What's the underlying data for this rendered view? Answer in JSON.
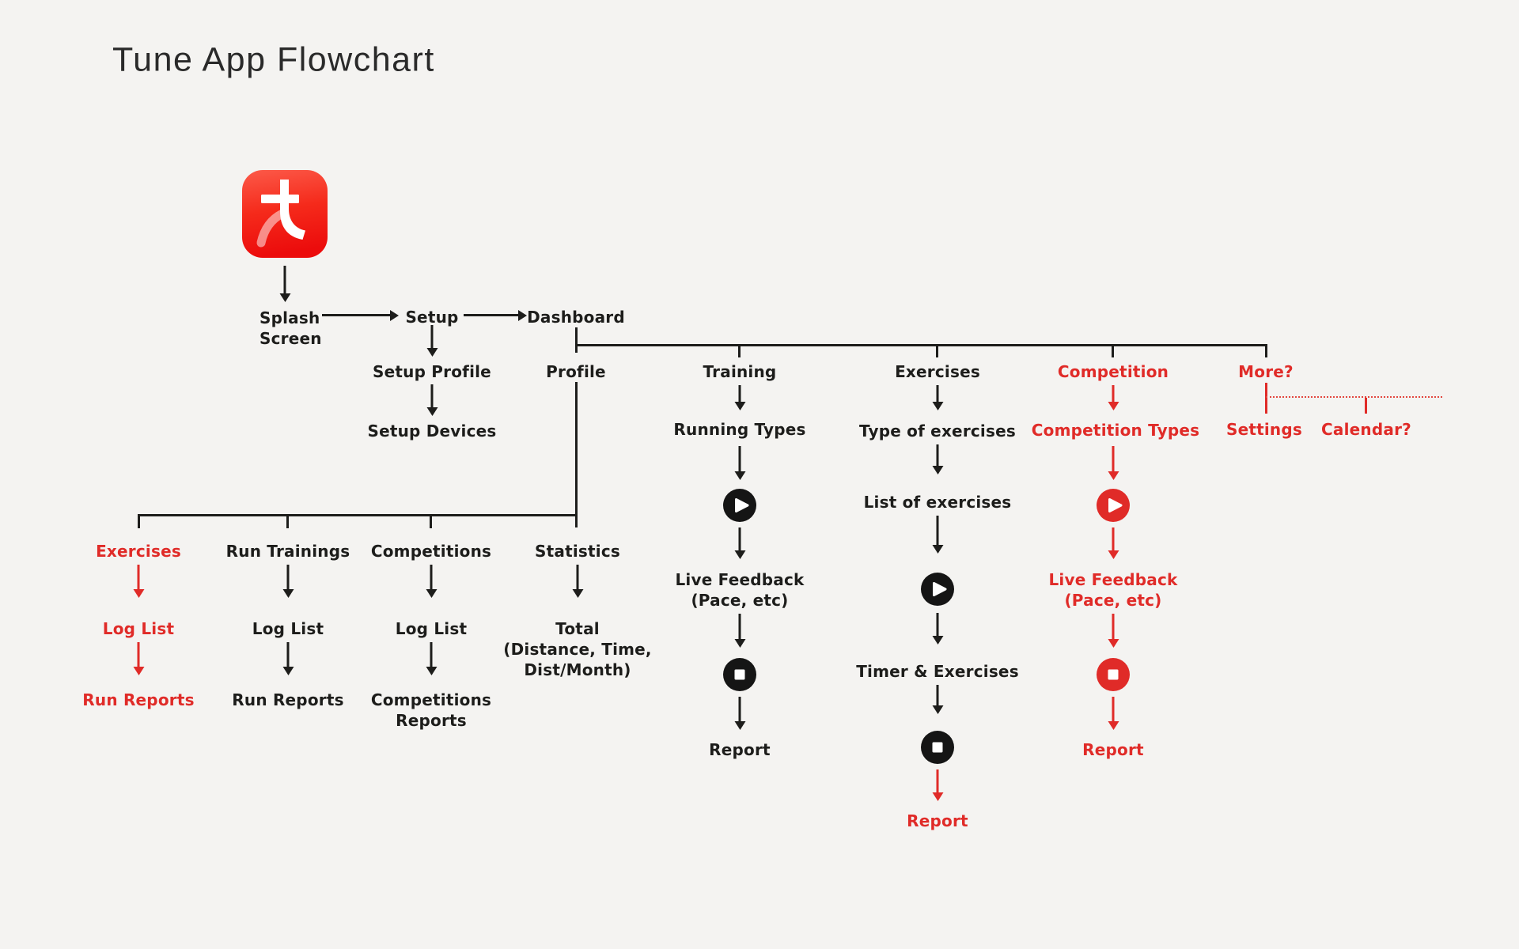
{
  "title": "Tune App Flowchart",
  "colors": {
    "background": "#f4f3f1",
    "line_black": "#1d1d1b",
    "accent_red": "#e02b28",
    "app_icon_gradient": [
      "#fc5a49",
      "#ec0c0c"
    ]
  },
  "icons": {
    "app": "tune-app-icon",
    "play": "play-icon",
    "stop": "stop-icon"
  },
  "flow": {
    "start": {
      "splash": [
        "Splash",
        "Screen"
      ],
      "setup": "Setup",
      "dashboard": "Dashboard"
    },
    "setup_branch": {
      "setup_profile": "Setup Profile",
      "setup_devices": "Setup Devices"
    },
    "dashboard_children": {
      "profile": "Profile",
      "training": "Training",
      "exercises": "Exercises",
      "competition": "Competition",
      "more": "More?"
    },
    "profile_branch": {
      "exercises": {
        "label": "Exercises",
        "log_list": "Log List",
        "run_reports": "Run Reports"
      },
      "run_trainings": {
        "label": "Run Trainings",
        "log_list": "Log List",
        "run_reports": "Run Reports"
      },
      "competitions": {
        "label": "Competitions",
        "log_list": "Log List",
        "reports": [
          "Competitions",
          "Reports"
        ]
      },
      "statistics": {
        "label": "Statistics",
        "total": [
          "Total",
          "(Distance, Time,",
          "Dist/Month)"
        ]
      }
    },
    "training_branch": {
      "running_types": "Running Types",
      "live_feedback": [
        "Live Feedback",
        "(Pace, etc)"
      ],
      "report": "Report"
    },
    "exercises_branch": {
      "type_of_exercises": "Type of exercises",
      "list_of_exercises": "List of exercises",
      "timer_exercises": "Timer & Exercises",
      "report": "Report"
    },
    "competition_branch": {
      "competition_types": "Competition Types",
      "live_feedback": [
        "Live Feedback",
        "(Pace, etc)"
      ],
      "report": "Report"
    },
    "more_branch": {
      "settings": "Settings",
      "calendar": "Calendar?"
    }
  }
}
